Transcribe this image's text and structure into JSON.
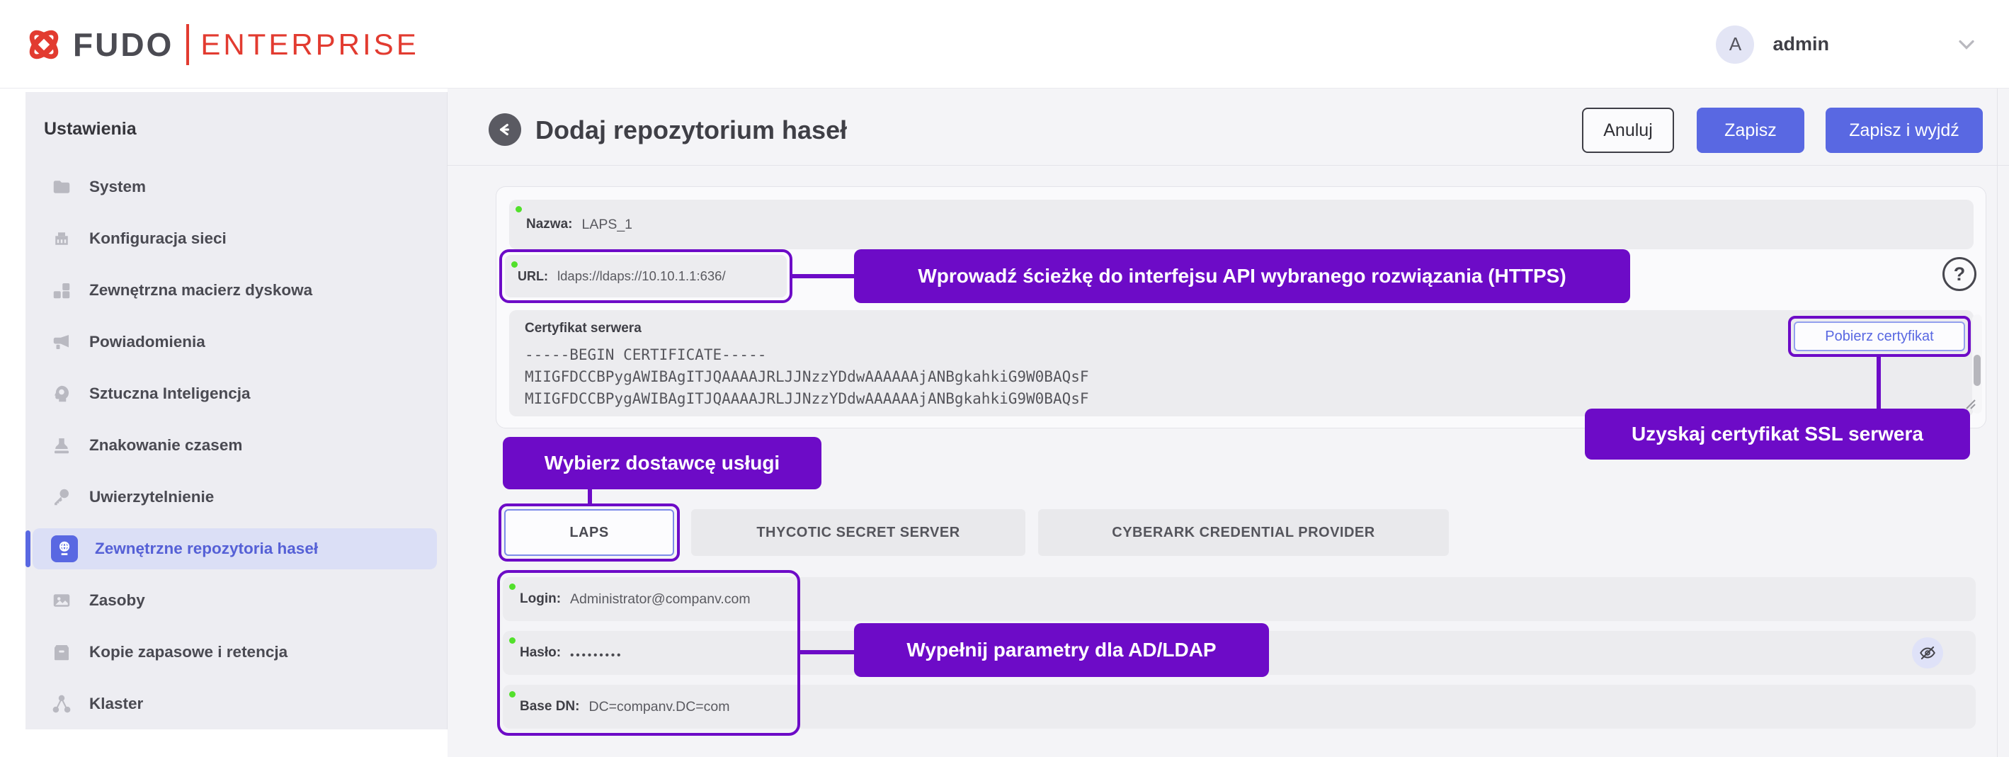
{
  "topbar": {
    "brand": "FUDO",
    "brand_suffix": "ENTERPRISE",
    "user_initial": "A",
    "user_name": "admin"
  },
  "sidebar": {
    "header": "Ustawienia",
    "items": [
      {
        "label": "System",
        "icon": "folder-icon"
      },
      {
        "label": "Konfiguracja sieci",
        "icon": "network-icon"
      },
      {
        "label": "Zewnętrzna macierz dyskowa",
        "icon": "storage-icon"
      },
      {
        "label": "Powiadomienia",
        "icon": "megaphone-icon"
      },
      {
        "label": "Sztuczna Inteligencja",
        "icon": "ai-icon"
      },
      {
        "label": "Znakowanie czasem",
        "icon": "stamp-icon"
      },
      {
        "label": "Uwierzytelnienie",
        "icon": "key-icon"
      },
      {
        "label": "Zewnętrzne repozytoria haseł",
        "icon": "passport-icon",
        "active": true
      },
      {
        "label": "Zasoby",
        "icon": "resources-icon"
      },
      {
        "label": "Kopie zapasowe i retencja",
        "icon": "backup-icon"
      },
      {
        "label": "Klaster",
        "icon": "cluster-icon"
      }
    ]
  },
  "header": {
    "title": "Dodaj repozytorium haseł",
    "cancel_label": "Anuluj",
    "save_label": "Zapisz",
    "save_exit_label": "Zapisz i wyjdź"
  },
  "form": {
    "nazwa_label": "Nazwa:",
    "nazwa_value": "LAPS_1",
    "url_label": "URL:",
    "url_value": "ldaps://ldaps://10.10.1.1:636/",
    "cert_label": "Certyfikat serwera",
    "cert_lines": [
      "-----BEGIN CERTIFICATE-----",
      "MIIGFDCCBPygAWIBAgITJQAAAAJRLJJNzzYDdwAAAAAAjANBgkahkiG9W0BAQsF",
      "MIIGFDCCBPygAWIBAgITJQAAAAJRLJJNzzYDdwAAAAAAjANBgkahkiG9W0BAQsF"
    ],
    "download_cert_label": "Pobierz certyfikat",
    "help_icon_glyph": "?",
    "tabs": [
      {
        "label": "LAPS",
        "active": true
      },
      {
        "label": "THYCOTIC SECRET SERVER",
        "active": false
      },
      {
        "label": "CYBERARK CREDENTIAL PROVIDER",
        "active": false
      }
    ],
    "login_label": "Login:",
    "login_value": "Administrator@companv.com",
    "password_label": "Hasło:",
    "password_value": "•••••••••",
    "basedn_label": "Base DN:",
    "basedn_value": "DC=companv.DC=com"
  },
  "annotations": {
    "url_hint": "Wprowadź ścieżkę do interfejsu API wybranego rozwiązania (HTTPS)",
    "cert_hint": "Uzyskaj certyfikat SSL serwera",
    "provider_hint": "Wybierz dostawcę usługi",
    "params_hint": "Wypełnij parametry dla AD/LDAP"
  },
  "colors": {
    "accent": "#5968E2",
    "annotation": "#6D0BC7",
    "green_dot": "#52E02B",
    "brand_red": "#E23B30"
  }
}
